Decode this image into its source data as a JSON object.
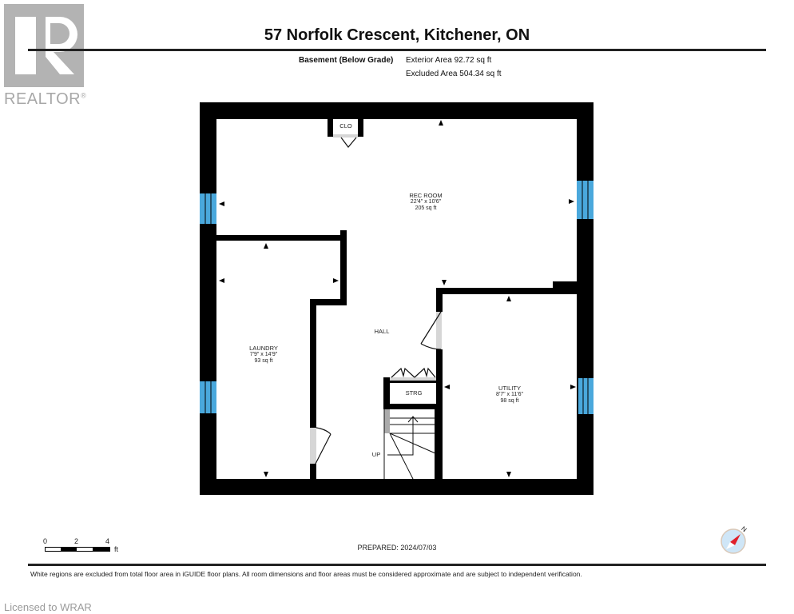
{
  "logo": {
    "word": "REALTOR",
    "registered": "®"
  },
  "header": {
    "title": "57 Norfolk Crescent, Kitchener, ON",
    "floor_label": "Basement (Below Grade)",
    "exterior_area": "Exterior Area 92.72 sq ft",
    "excluded_area": "Excluded Area 504.34 sq ft"
  },
  "rooms": {
    "rec_room": {
      "name": "REC ROOM",
      "dims": "22'4\" x 10'6\"",
      "area": "205 sq ft"
    },
    "laundry": {
      "name": "LAUNDRY",
      "dims": "7'9\" x 14'9\"",
      "area": "93 sq ft"
    },
    "utility": {
      "name": "UTILITY",
      "dims": "8'7\" x 11'6\"",
      "area": "98 sq ft"
    },
    "hall": {
      "name": "HALL"
    },
    "closet": {
      "name": "CLO"
    },
    "storage": {
      "name": "STRG"
    },
    "stairs": {
      "label": "UP"
    }
  },
  "colors": {
    "wall": "#000000",
    "window": "#4aa8dc",
    "door_jamb": "#d6d6d6",
    "compass_fill": "#cfe6f7",
    "compass_needle": "#e0202a"
  },
  "scale": {
    "ticks": [
      "0",
      "2",
      "4"
    ],
    "unit": "ft"
  },
  "compass": {
    "north_label": "N"
  },
  "footer": {
    "prepared": "PREPARED: 2024/07/03",
    "disclaimer": "White regions are excluded from total floor area in iGUIDE floor plans. All room dimensions and floor areas must be considered approximate and are subject to independent verification.",
    "licensed": "Licensed to WRAR"
  }
}
